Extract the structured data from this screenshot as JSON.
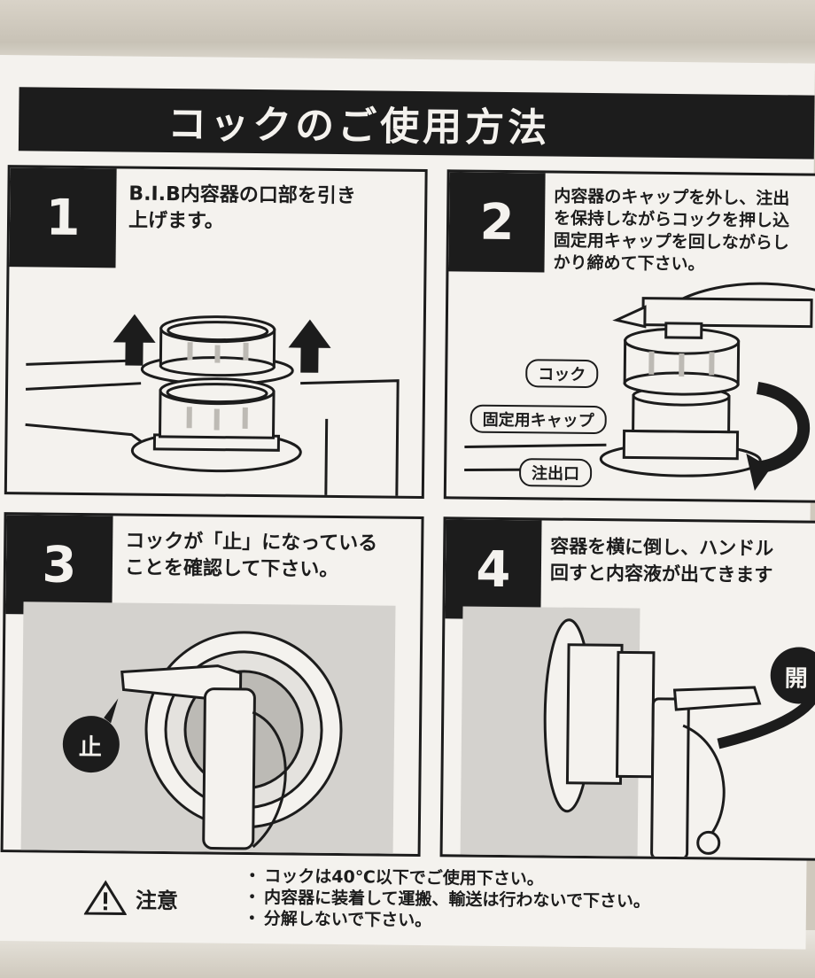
{
  "header": {
    "title": "コックのご使用方法"
  },
  "steps": [
    {
      "number": "1",
      "text": "B.I.B内容器の口部を引き\n上げます。"
    },
    {
      "number": "2",
      "text": "内容器のキャップを外し、注出\nを保持しながらコックを押し込\n固定用キャップを回しながらし\nかり締めて下さい。",
      "labels": {
        "cock": "コック",
        "fixing_cap": "固定用キャップ",
        "spout": "注出口"
      }
    },
    {
      "number": "3",
      "text": "コックが「止」になっている\nことを確認して下さい。",
      "badge": "止"
    },
    {
      "number": "4",
      "text": "容器を横に倒し、ハンドル\n回すと内容液が出てきます",
      "badge": "開"
    }
  ],
  "caution": {
    "title": "注意",
    "notes": [
      "コックは40℃以下でご使用下さい。",
      "内容器に装着して運搬、輸送は行わないで下さい。",
      "分解しないで下さい。"
    ]
  },
  "colors": {
    "ink": "#1c1c1c",
    "paper": "#f4f2ee",
    "panel_gray": "#d4d2ce",
    "bag": "#cfc9bd"
  }
}
